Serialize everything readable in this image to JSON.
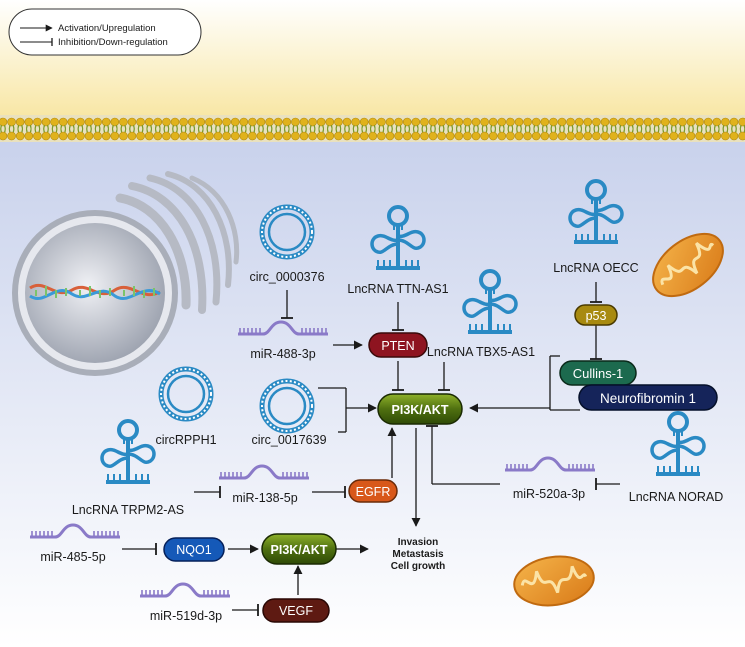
{
  "legend": {
    "activation": "Activation/Upregulation",
    "inhibition": "Inhibition/Down-regulation"
  },
  "nodes": {
    "circ_0000376": "circ_0000376",
    "lnc_ttn": "LncRNA TTN-AS1",
    "lnc_oecc": "LncRNA OECC",
    "lnc_tbx5": "LncRNA TBX5-AS1",
    "mir_488": "miR-488-3p",
    "pten": "PTEN",
    "p53": "p53",
    "cullins": "Cullins-1",
    "nf1": "Neurofibromin 1",
    "circrpph1": "circRPPH1",
    "circ_0017639": "circ_0017639",
    "pi3k_main": "PI3K/AKT",
    "lnc_trpm2": "LncRNA TRPM2-AS",
    "mir_138": "miR-138-5p",
    "egfr": "EGFR",
    "mir_520a": "miR-520a-3p",
    "lnc_norad": "LncRNA NORAD",
    "mir_485": "miR-485-5p",
    "nqo1": "NQO1",
    "pi3k_lower": "PI3K/AKT",
    "outcome_1": "Invasion",
    "outcome_2": "Metastasis",
    "outcome_3": "Cell growth",
    "mir_519d": "miR-519d-3p",
    "vegf": "VEGF"
  },
  "colors": {
    "pten": "#8e1420",
    "p53": "#a88a10",
    "cullins": "#1c6a4e",
    "nf1": "#15245a",
    "pi3k": "#5b7d14",
    "egfr": "#d8581a",
    "nqo1": "#1559b8",
    "vegf": "#5e1a12",
    "rna": "#2a8ac4",
    "mirna": "#8a7ac8"
  }
}
